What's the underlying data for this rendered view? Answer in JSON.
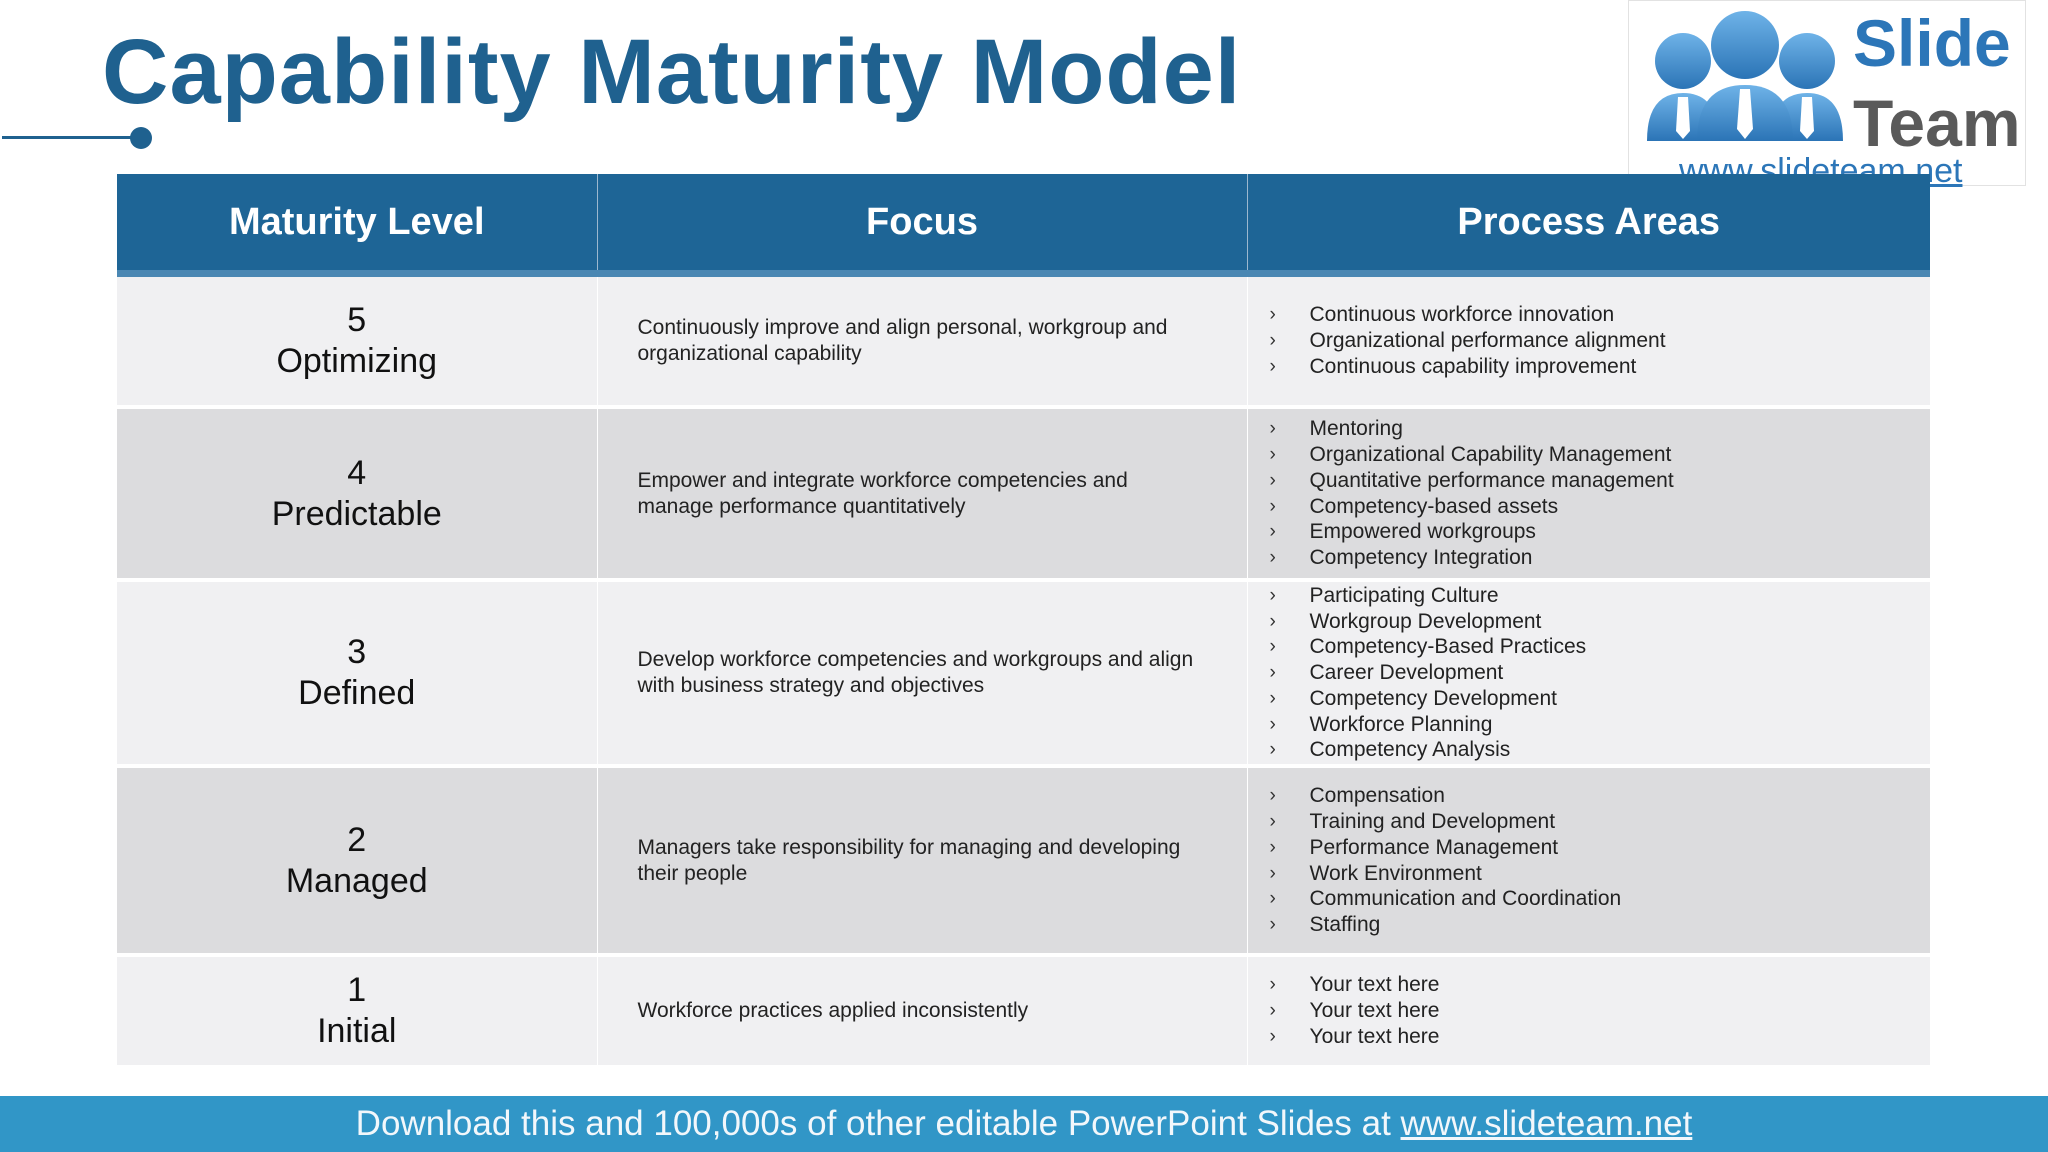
{
  "title": "Capability Maturity Model",
  "colors": {
    "title": "#1f618f",
    "header_bg": "#1e6596",
    "header_strip": "#4a87b3",
    "row_light": "#f0f0f2",
    "row_dark": "#dcdcde",
    "footer_bg": "#3196c7",
    "footer_text": "#f2f7fb",
    "logo_blue": "#2c76b8",
    "logo_gray": "#5a5a5a"
  },
  "logo": {
    "word1": "Slide",
    "word2": "Team",
    "url": "www.slideteam.net"
  },
  "table": {
    "headers": [
      "Maturity Level",
      "Focus",
      "Process Areas"
    ],
    "rows": [
      {
        "number": "5",
        "name": "Optimizing",
        "focus": "Continuously improve and align personal, workgroup and organizational capability",
        "areas": [
          "Continuous workforce innovation",
          "Organizational performance alignment",
          "Continuous capability improvement"
        ]
      },
      {
        "number": "4",
        "name": "Predictable",
        "focus": "Empower and integrate workforce competencies and manage performance quantitatively",
        "areas": [
          "Mentoring",
          "Organizational Capability Management",
          "Quantitative performance management",
          "Competency-based assets",
          "Empowered workgroups",
          "Competency Integration"
        ]
      },
      {
        "number": "3",
        "name": "Defined",
        "focus": "Develop workforce competencies and workgroups and align with business strategy and objectives",
        "areas": [
          "Participating Culture",
          "Workgroup Development",
          "Competency-Based Practices",
          "Career Development",
          "Competency Development",
          "Workforce Planning",
          "Competency Analysis"
        ]
      },
      {
        "number": "2",
        "name": "Managed",
        "focus": "Managers take responsibility for managing and developing their people",
        "areas": [
          "Compensation",
          "Training and Development",
          "Performance Management",
          "Work Environment",
          "Communication and Coordination",
          "Staffing"
        ]
      },
      {
        "number": "1",
        "name": "Initial",
        "focus": "Workforce practices applied inconsistently",
        "areas": [
          "Your text here",
          "Your text here",
          "Your text here"
        ]
      }
    ]
  },
  "footer": {
    "text": "Download this and 100,000s of other editable PowerPoint Slides at ",
    "link": "www.slideteam.net"
  }
}
